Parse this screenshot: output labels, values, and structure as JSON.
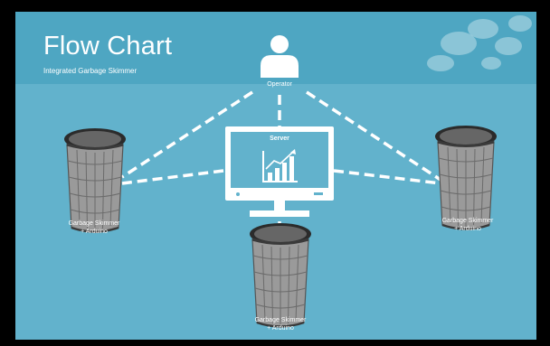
{
  "header": {
    "title": "Flow Chart",
    "subtitle": "Integrated Garbage Skimmer"
  },
  "nodes": {
    "operator": {
      "label": "Operator",
      "icon": "person-icon"
    },
    "server": {
      "label": "Server",
      "icon": "monitor-chart-icon"
    },
    "bin_left": {
      "label_line1": "Garbage Skimmer",
      "label_line2": "+ Arduino",
      "icon": "trash-bin-icon"
    },
    "bin_right": {
      "label_line1": "Garbage Skimmer",
      "label_line2": "+ Arduino",
      "icon": "trash-bin-icon"
    },
    "bin_bottom": {
      "label_line1": "Garbage Skimmer",
      "label_line2": "+ Arduino",
      "icon": "trash-bin-icon"
    }
  },
  "colors": {
    "background": "#62b2cc",
    "header": "#4ea6c2",
    "foreground": "#ffffff",
    "bin_body": "#9a9a9a",
    "bin_rim": "#2b2b2b",
    "frame": "#000000"
  }
}
